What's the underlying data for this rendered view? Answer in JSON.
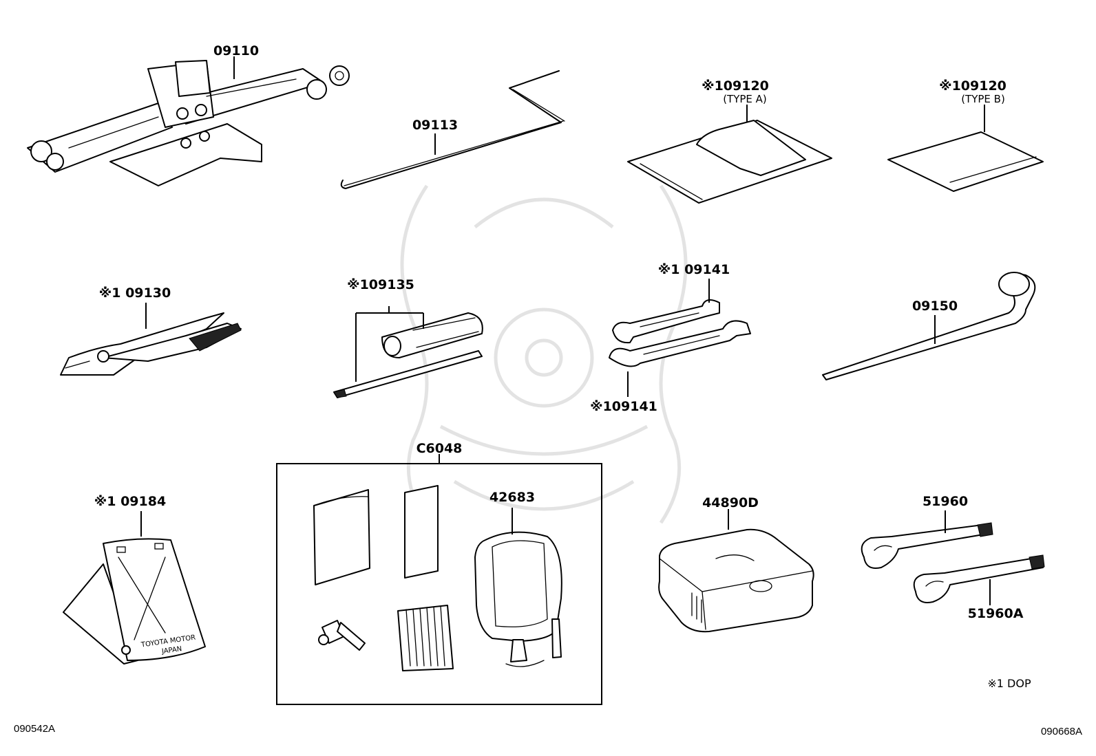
{
  "diagram": {
    "labels": {
      "jack": "09110",
      "jack_handle": "09113",
      "tool_bag_a": "※109120",
      "tool_bag_a_type": "(TYPE A)",
      "tool_bag_b": "※109120",
      "tool_bag_b_type": "(TYPE B)",
      "pliers": "※1 09130",
      "screwdriver": "※109135",
      "wrench_top": "※1 09141",
      "wrench_bottom": "※109141",
      "lug_wrench": "09150",
      "kit": "C6048",
      "pump": "42683",
      "triangle": "※1 09184",
      "case": "44890D",
      "hook_a": "51960",
      "hook_b": "51960A"
    },
    "plate_text": [
      "TOYOTA MOTOR",
      "JAPAN"
    ],
    "footnote": "※1 DOP",
    "corner_left": "090542A",
    "corner_right": "090668A"
  }
}
